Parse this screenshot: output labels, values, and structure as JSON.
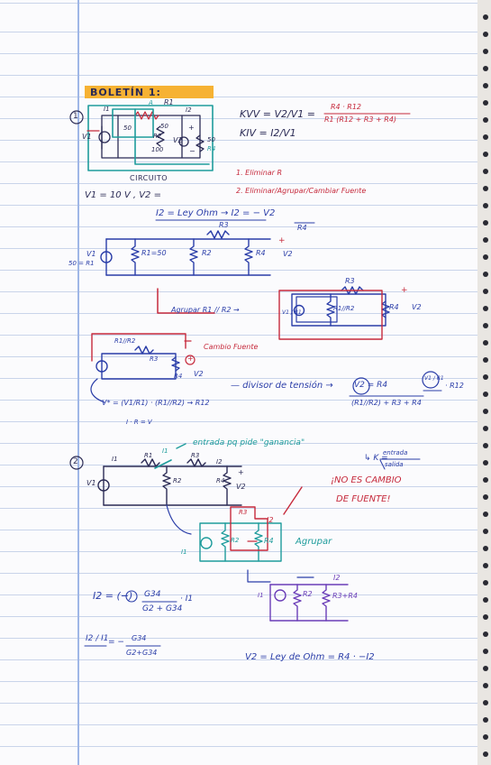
{
  "heading": {
    "title": "BOLETÍN 1:"
  },
  "section1": {
    "number": "1",
    "circuit_labels": {
      "i1": "I1",
      "r1_top": "R1",
      "a": "A",
      "i2": "I2",
      "v1": "V1",
      "r_50_left": "50",
      "r_50_right": "50",
      "r2": "R2",
      "r_100": "100",
      "v2": "V2",
      "r4_val": "50",
      "r4": "R4",
      "plus": "+",
      "minus": "−",
      "caption": "CIRCUITO"
    },
    "kvv_label": "KVV = V2/V1 =",
    "kvv_num": "R4 · R12",
    "kvv_den": "R1 (R12 + R3 + R4)",
    "kiv_label": "KIV = I2/V1",
    "step1": "1. Eliminar R",
    "step2": "2. Eliminar/Agrupar/Cambiar Fuente",
    "given": "V1 = 10 V , V2 =",
    "ohm": "I2 = Ley Ohm → I2 = − V2",
    "ohm_den": "R4",
    "c2_labels": {
      "v1": "V1",
      "series_r": "50 = R1",
      "r1_50": "R1=50",
      "r2": "R2",
      "r3": "R3",
      "r4": "R4",
      "plus": "+",
      "v2": "V2"
    },
    "group_note": "Agrupar R1 // R2 →",
    "c3_labels": {
      "r3": "R3",
      "v1_r1": "V1 / R1",
      "r1r2": "R1//R2",
      "r4": "R4",
      "plus": "+",
      "v2": "V2"
    },
    "c4_labels": {
      "r1r2": "R1//R2",
      "r3": "R3",
      "r4": "R4",
      "v2": "V2",
      "plus": "+",
      "cambio": "Cambio Fuente"
    },
    "divider_note": "— divisor de tensión →",
    "v2_eq": "V2 = R4",
    "v2_num2": "V1 / R1",
    "v2_factor": "· R12",
    "v2_den": "(R1//R2) + R3 + R4",
    "vstar": "V* = (V1/R1) · (R1//R2) → R12",
    "ir": "I · R = V"
  },
  "section2": {
    "number": "2",
    "note_entrada": "entrada pq pide \"ganancia\"",
    "k_label": "↳ K =",
    "k_num": "entrada",
    "k_den": "salida",
    "circuit_labels": {
      "i1_left": "I1",
      "r1": "R1",
      "i1_mid": "I1",
      "r3": "R3",
      "i2": "I2",
      "v1": "V1",
      "r2": "R2",
      "r4": "R4",
      "plus": "+",
      "v2": "V2"
    },
    "warning1": "¡NO ES CAMBIO",
    "warning2": "DE FUENTE!",
    "c6_labels": {
      "r3": "R3",
      "i2": "I2",
      "r2": "R2",
      "r4": "R4",
      "i1": "I1"
    },
    "agrupar": "Agrupar",
    "c7_labels": {
      "i2": "I2",
      "i1": "I1",
      "r2": "R2",
      "r34": "R3+R4"
    },
    "eq_i2": "I2 = (−)",
    "eq_i2_num": "G34",
    "eq_i2_den": "G2 + G34",
    "eq_i2_tail": "· I1",
    "eq_ratio": "I2 / I1",
    "eq_ratio_eq": "= −",
    "eq_ratio_num": "G34",
    "eq_ratio_den": "G2+G34",
    "v2_ohm": "V2 = Ley de Ohm = R4 · −I2"
  },
  "colors": {
    "ink": "#2a3da8",
    "red": "#c62a3c",
    "teal": "#1e9c9c",
    "purple": "#6a3db8",
    "highlight": "#f6b233"
  }
}
